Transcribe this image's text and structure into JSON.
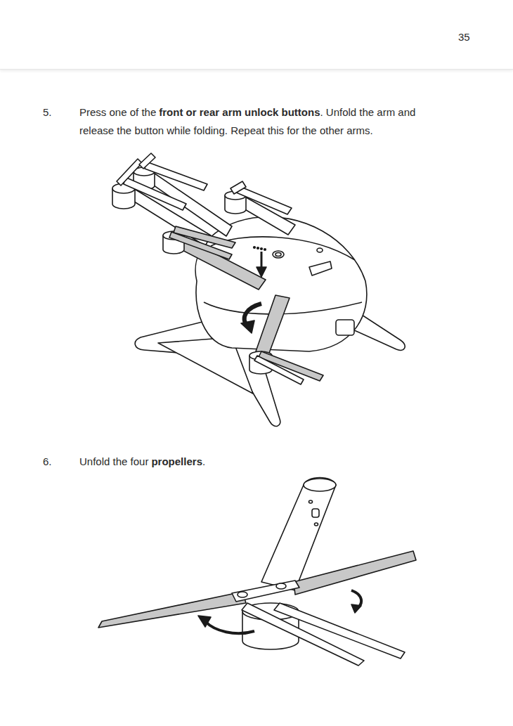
{
  "diagram": {
    "labels": [
      "35",
      "5.",
      "Press one of the",
      "front or rear arm unlock buttons",
      ". Unfold the arm and release the button while folding. Repeat this for the other arms.",
      "6.",
      "Unfold the four",
      "propellers",
      "."
    ]
  }
}
